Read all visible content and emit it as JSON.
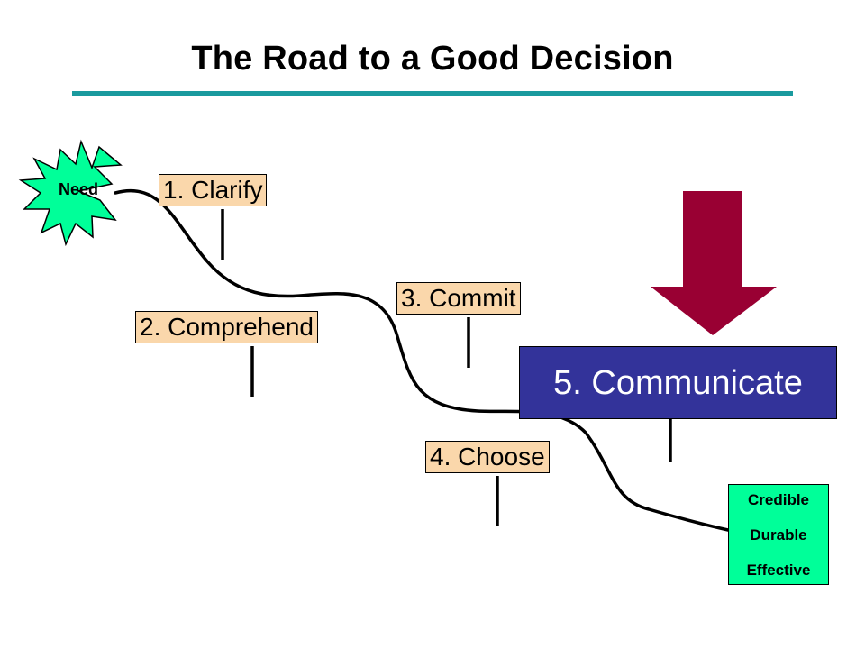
{
  "title": "The Road to a Good Decision",
  "need": "Need",
  "steps": {
    "clarify": "1. Clarify",
    "comprehend": "2. Comprehend",
    "commit": "3. Commit",
    "choose": "4. Choose",
    "communicate": "5. Communicate"
  },
  "qualities": [
    "Credible",
    "Durable",
    "Effective"
  ],
  "colors": {
    "rule": "#1a9a9e",
    "step_box": "#fad7ab",
    "communicate_box": "#33339a",
    "need_burst": "#00ff99",
    "qualities_box": "#00ff99",
    "arrow": "#990033"
  }
}
